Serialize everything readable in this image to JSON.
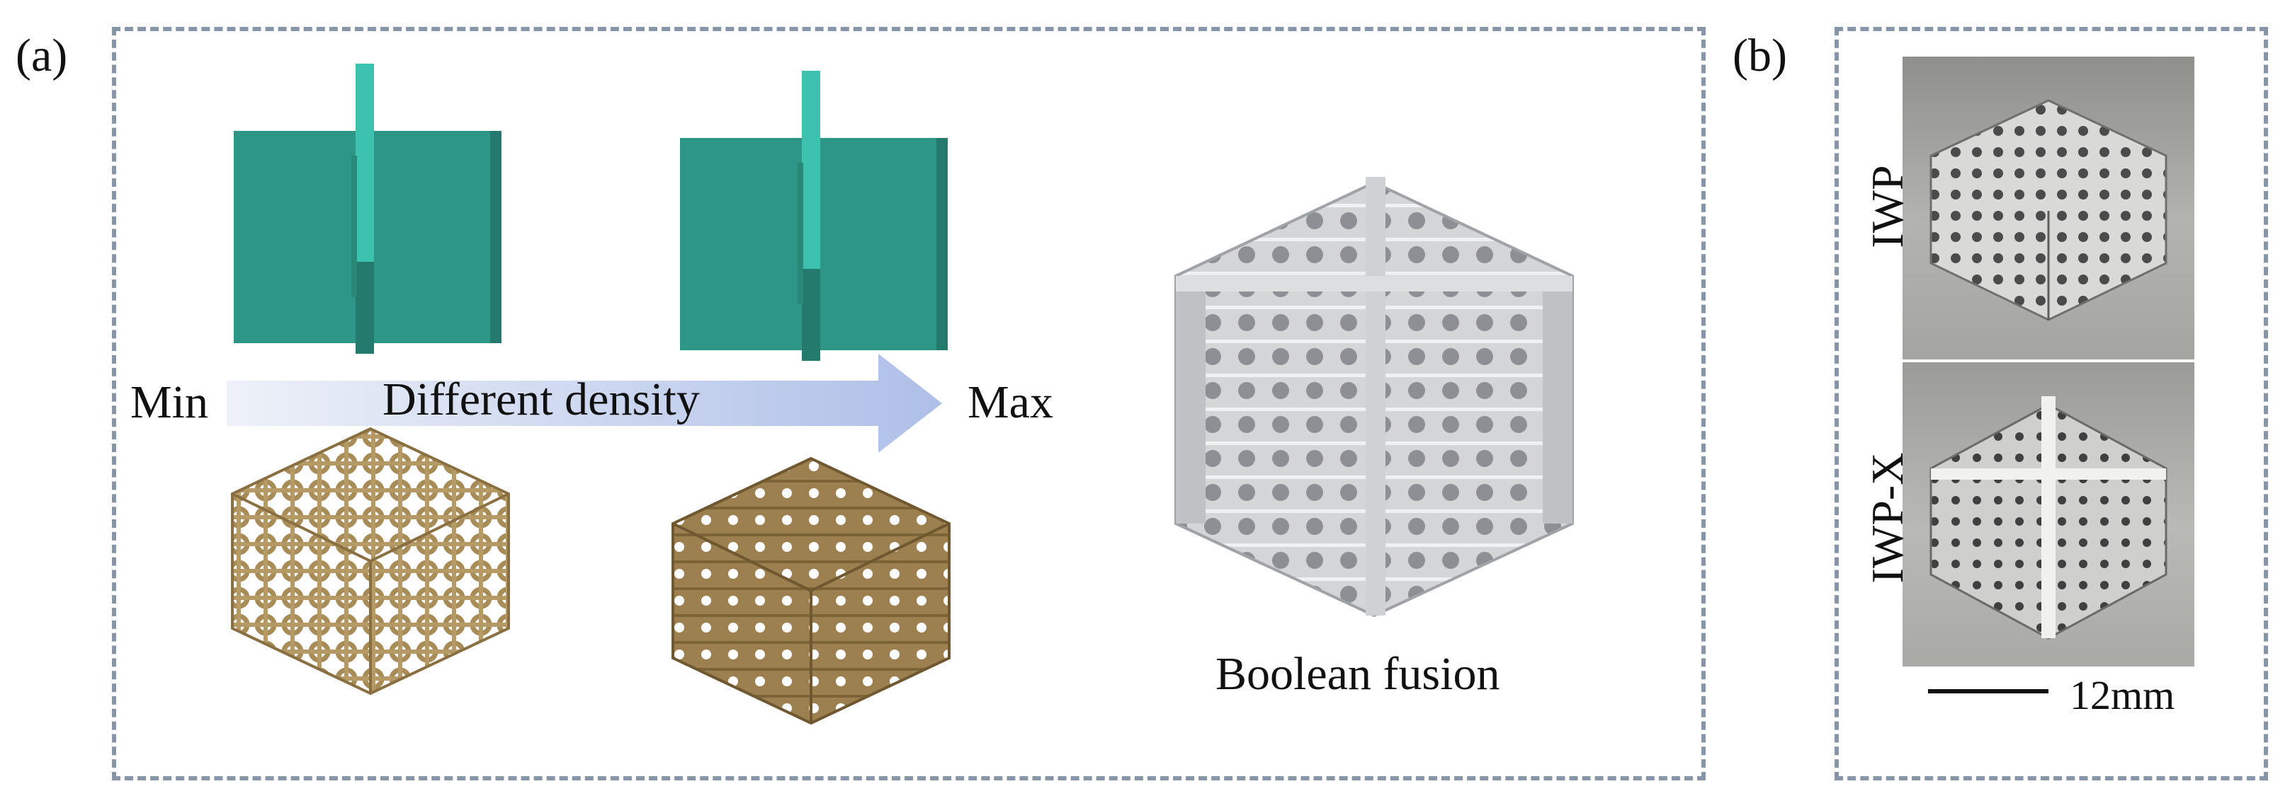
{
  "panel_a": {
    "label": "(a)",
    "arrow": {
      "min_label": "Min",
      "text": "Different density",
      "max_label": "Max"
    },
    "fusion_label": "Boolean fusion",
    "colors": {
      "plate": "#2e9686",
      "plate_light": "#3ec2b0",
      "lattice": "#a88c58",
      "lattice_dark": "#8a6f40",
      "fused": "#c9cbcd",
      "arrow": "#b9c6e6"
    }
  },
  "panel_b": {
    "label": "(b)",
    "photo_top_label": "IWP",
    "photo_bottom_label": "IWP-X",
    "scale_label": "12mm"
  }
}
